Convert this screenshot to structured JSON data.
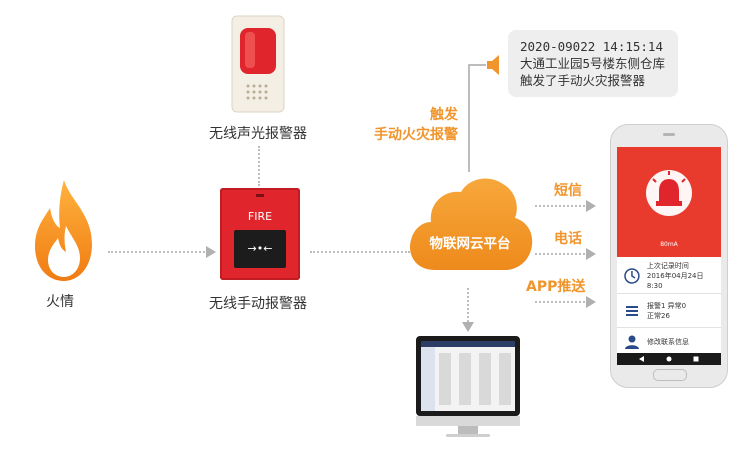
{
  "nodes": {
    "fire": {
      "label": "火情"
    },
    "sound_light_alarm": {
      "label": "无线声光报警器"
    },
    "manual_alarm": {
      "label": "无线手动报警器",
      "fire_text": "FIRE",
      "symbol": "→•←"
    },
    "cloud": {
      "label": "物联网云平台"
    },
    "trigger": {
      "line1": "触发",
      "line2": "手动火灾报警"
    },
    "event": {
      "line1": "2020-09022 14:15:14",
      "line2": "大通工业园5号楼东侧仓库",
      "line3": "触发了手动火灾报警器"
    }
  },
  "channels": {
    "sms": "短信",
    "phone": "电话",
    "app": "APP推送"
  },
  "phone_screen": {
    "alarm_caption": "80mA",
    "row1_line1": "上次记录时间",
    "row1_line2": "2016年04月24日 8:30",
    "row2_line1": "报警1 异常0",
    "row2_line2": "正常26",
    "row3": "修改联系信息"
  },
  "colors": {
    "accent_orange": "#f0952c",
    "alarm_red": "#e0262c",
    "connector_gray": "#bdbdbd"
  }
}
